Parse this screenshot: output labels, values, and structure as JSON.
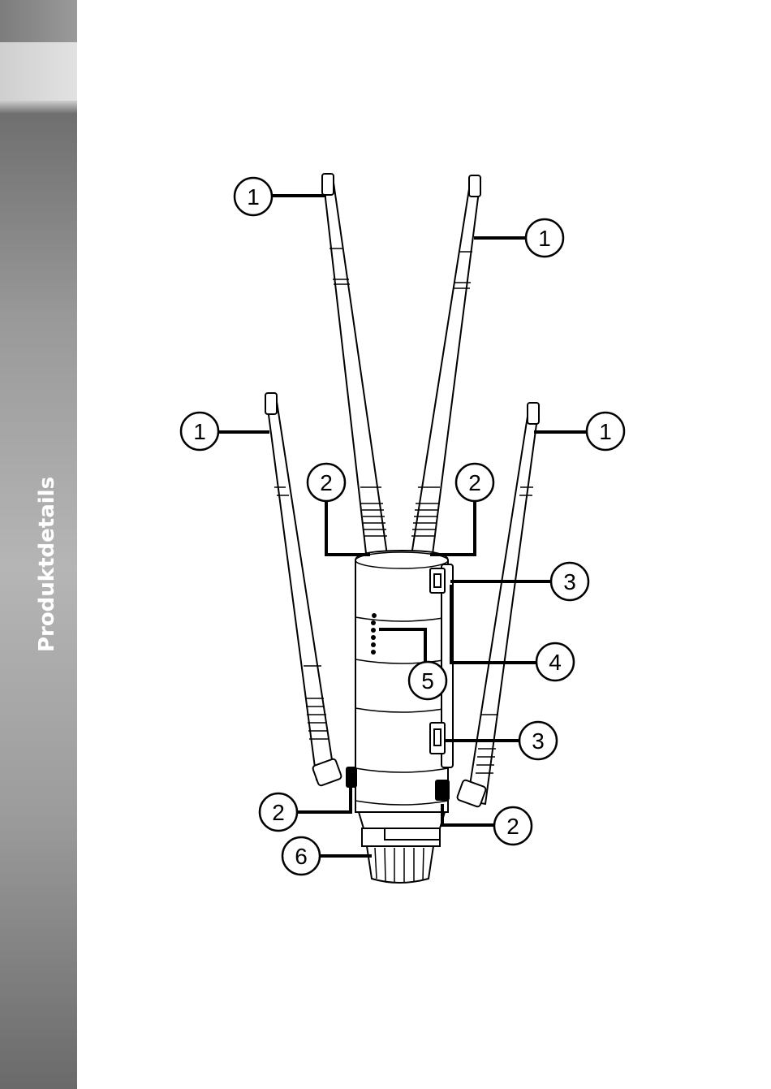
{
  "sidebar": {
    "section_label": "Produktdetails"
  },
  "diagram": {
    "callouts": [
      {
        "id": "antenna-top-left",
        "label": "1"
      },
      {
        "id": "antenna-top-right",
        "label": "1"
      },
      {
        "id": "antenna-mid-left",
        "label": "1"
      },
      {
        "id": "antenna-mid-right",
        "label": "1"
      },
      {
        "id": "connector-top-left",
        "label": "2"
      },
      {
        "id": "connector-top-right",
        "label": "2"
      },
      {
        "id": "port-upper",
        "label": "3"
      },
      {
        "id": "housing-side",
        "label": "4"
      },
      {
        "id": "led-panel",
        "label": "5"
      },
      {
        "id": "port-lower",
        "label": "3"
      },
      {
        "id": "connector-bottom-left",
        "label": "2"
      },
      {
        "id": "connector-bottom-right",
        "label": "2"
      },
      {
        "id": "base-mount",
        "label": "6"
      }
    ]
  }
}
